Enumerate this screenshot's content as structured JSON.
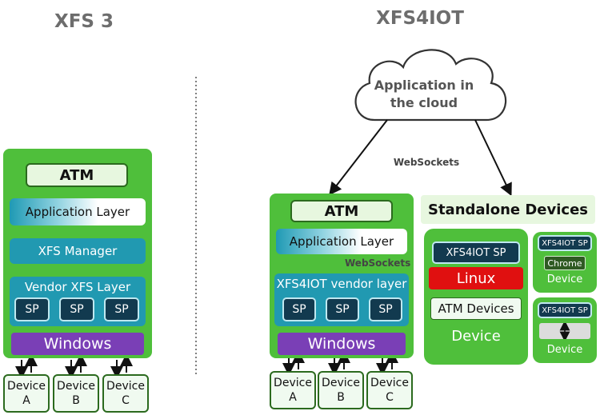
{
  "left": {
    "title": "XFS 3",
    "atm": "ATM",
    "app_layer": "Application Layer",
    "xfs_manager": "XFS Manager",
    "vendor_layer": "Vendor XFS Layer",
    "sp": [
      "SP",
      "SP",
      "SP"
    ],
    "os": "Windows",
    "devices": [
      {
        "line1": "Device",
        "line2": "A"
      },
      {
        "line1": "Device",
        "line2": "B"
      },
      {
        "line1": "Device",
        "line2": "C"
      }
    ]
  },
  "right": {
    "title": "XFS4IOT",
    "cloud_line1": "Application in",
    "cloud_line2": "the cloud",
    "websockets_label": "WebSockets",
    "atm": "ATM",
    "app_layer": "Application Layer",
    "websockets_inner": "WebSockets",
    "vendor_layer": "XFS4IOT vendor layer",
    "sp": [
      "SP",
      "SP",
      "SP"
    ],
    "os": "Windows",
    "devices": [
      {
        "line1": "Device",
        "line2": "A"
      },
      {
        "line1": "Device",
        "line2": "B"
      },
      {
        "line1": "Device",
        "line2": "C"
      }
    ]
  },
  "standalone": {
    "title": "Standalone Devices",
    "big_device": {
      "sp": "XFS4IOT SP",
      "os": "Linux",
      "atm_devices": "ATM Devices",
      "label": "Device"
    },
    "small_device_1": {
      "sp": "XFS4IOT SP",
      "browser": "Chrome",
      "label": "Device"
    },
    "small_device_2": {
      "sp": "XFS4IOT SP",
      "label": "Device"
    }
  },
  "colors": {
    "green": "#4fbf3b",
    "teal": "#2199b1",
    "navy": "#123a4f",
    "purple": "#7a3fb6",
    "red": "#e01010"
  }
}
